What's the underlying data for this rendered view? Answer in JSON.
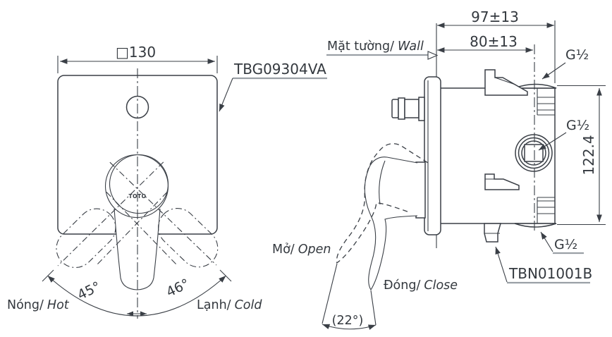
{
  "colors": {
    "line": "#3a3f46",
    "text": "#33383e",
    "underline": "#9aa0a6",
    "background": "#ffffff"
  },
  "front_view": {
    "width_dimension": "□130",
    "model": "TBG09304VA",
    "logo": "TOTO",
    "hot_angle": "45°",
    "cold_angle": "46°",
    "hot_label": "Nóng/",
    "hot_label_en": "Hot",
    "cold_label": "Lạnh/",
    "cold_label_en": "Cold"
  },
  "side_view": {
    "wall_label": "Mặt tường/",
    "wall_label_en": "Wall",
    "total_depth_dimension": "97±13",
    "roughin_depth_dimension": "80±13",
    "top_thread": "G½",
    "side_thread": "G½",
    "bottom_thread": "G½",
    "height_dimension": "122.4",
    "open_label": "Mở/",
    "open_label_en": "Open",
    "close_label": "Đóng/",
    "close_label_en": "Close",
    "open_angle": "(22°)",
    "model": "TBN01001B"
  }
}
